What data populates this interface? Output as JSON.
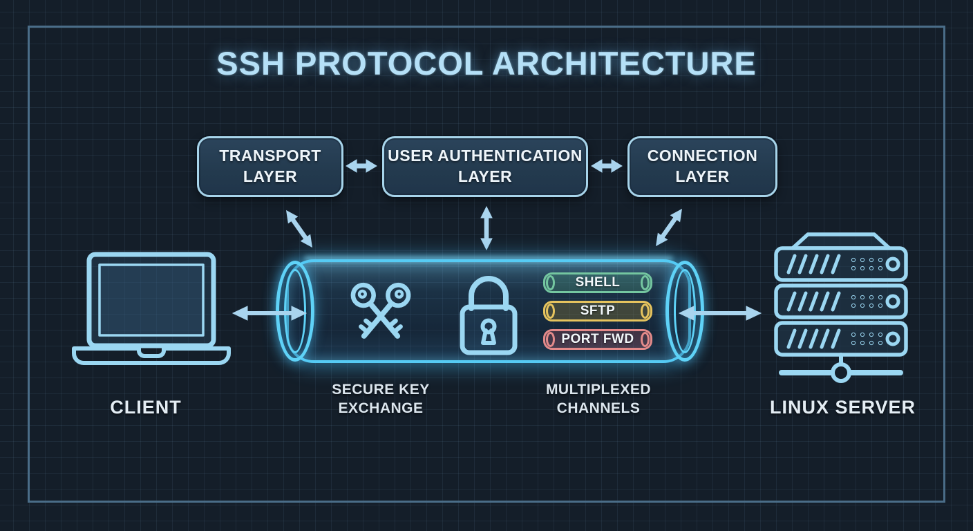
{
  "title": "SSH PROTOCOL ARCHITECTURE",
  "layers": [
    {
      "label": "TRANSPORT\nLAYER"
    },
    {
      "label": "USER AUTHENTICATION\nLAYER"
    },
    {
      "label": "CONNECTION\nLAYER"
    }
  ],
  "nodes": {
    "client": {
      "label": "CLIENT",
      "icon": "laptop-icon"
    },
    "server": {
      "label": "LINUX SERVER",
      "icon": "server-rack-icon"
    }
  },
  "tunnel": {
    "icons": [
      "crossed-keys-icon",
      "padlock-icon"
    ],
    "captions": {
      "key_exchange": "SECURE KEY\nEXCHANGE",
      "multiplexed": "MULTIPLEXED\nCHANNELS"
    },
    "channels": [
      {
        "label": "SHELL",
        "color": "#74c6a0",
        "fill": "rgba(82,160,126,0.28)"
      },
      {
        "label": "SFTP",
        "color": "#e6c45e",
        "fill": "rgba(168,140,52,0.28)"
      },
      {
        "label": "PORT FWD",
        "color": "#e38a8a",
        "fill": "rgba(178,82,92,0.28)"
      }
    ]
  },
  "colors": {
    "background": "#141e29",
    "frame": "#4a6d88",
    "tunnel_accent": "#56cbf4",
    "icon_stroke": "#9bd7f2",
    "box_border": "#a7d4ea",
    "arrow": "#a9d4ee",
    "title_text": "#b5e0f7",
    "body_text": "#e4edf4"
  }
}
